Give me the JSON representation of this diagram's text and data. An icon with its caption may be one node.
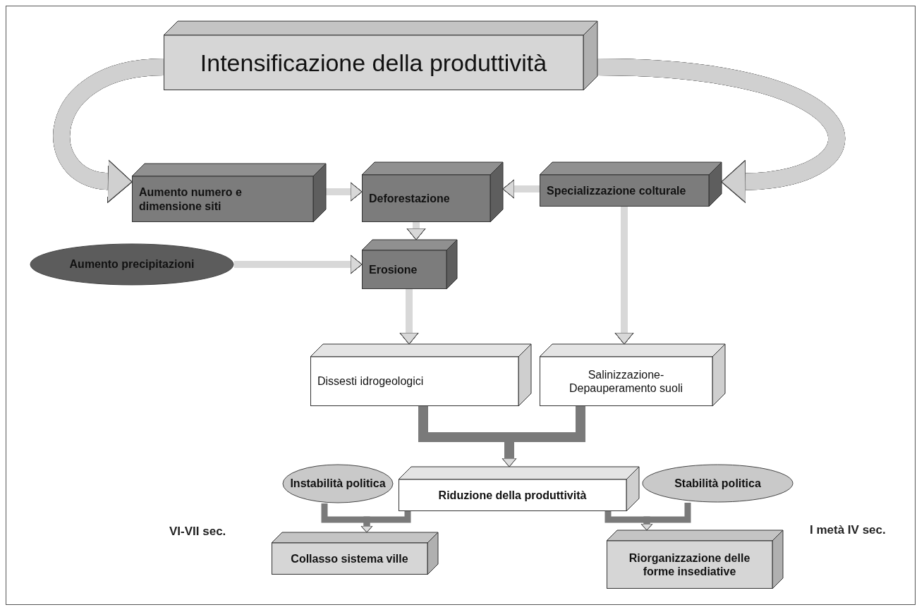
{
  "diagram": {
    "nodes": [
      {
        "text": [
          "Intensificazione della produttività"
        ]
      },
      {
        "text": [
          "Aumento numero e dimensione siti"
        ]
      },
      {
        "text": [
          "Deforestazione"
        ]
      },
      {
        "text": [
          "Specializzazione colturale"
        ]
      },
      {
        "text": [
          "Aumento precipitazioni"
        ]
      },
      {
        "text": [
          "Erosione"
        ]
      },
      {
        "text": [
          "Dissesti idrogeologici"
        ]
      },
      {
        "text": [
          "Salinizzazione- Depauperamento suoli"
        ]
      },
      {
        "text": [
          "Riduzione della produttività"
        ]
      },
      {
        "text": [
          "Instabilità politica"
        ]
      },
      {
        "text": [
          "Stabilità politica"
        ]
      },
      {
        "text": [
          "Collasso sistema ville"
        ]
      },
      {
        "text": [
          "Riorganizzazione delle forme insediative"
        ]
      }
    ],
    "edges": [
      {
        "from": 0,
        "to": 1,
        "arrow": "to",
        "style": "thick"
      },
      {
        "from": 0,
        "to": 3,
        "arrow": "to",
        "style": "thick"
      },
      {
        "from": 1,
        "to": 2,
        "arrow": "to"
      },
      {
        "from": 3,
        "to": 2,
        "arrow": "to"
      },
      {
        "from": 2,
        "to": 5,
        "arrow": "to"
      },
      {
        "from": 4,
        "to": 5,
        "arrow": "to"
      },
      {
        "from": 5,
        "to": 6,
        "arrow": "to"
      },
      {
        "from": 3,
        "to": 7,
        "arrow": "to"
      },
      {
        "from": 6,
        "to": 8,
        "arrow": "to",
        "color": "#7a7a7a"
      },
      {
        "from": 7,
        "to": 8,
        "arrow": "to",
        "color": "#7a7a7a"
      },
      {
        "from": 9,
        "to": 11,
        "arrow": "to",
        "color": "#7a7a7a"
      },
      {
        "from": 8,
        "to": 11,
        "arrow": "to",
        "color": "#7a7a7a"
      },
      {
        "from": 8,
        "to": 12,
        "arrow": "to",
        "color": "#7a7a7a"
      },
      {
        "from": 10,
        "to": 12,
        "arrow": "to",
        "color": "#7a7a7a"
      }
    ],
    "labels": [
      "VI-VII sec.",
      "I metà IV sec."
    ]
  }
}
